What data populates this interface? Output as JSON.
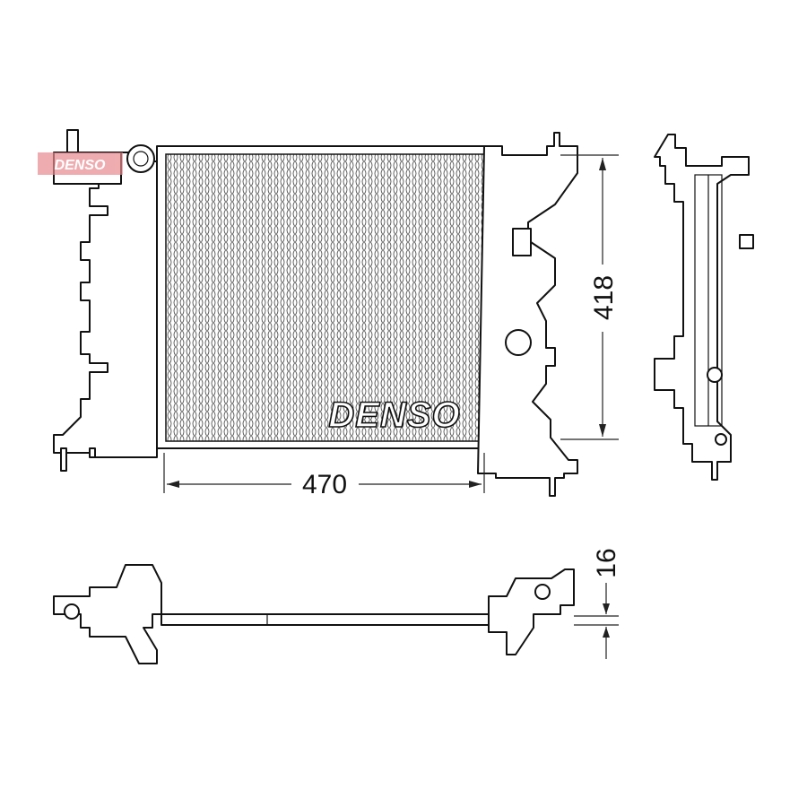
{
  "drawing": {
    "brand_label": "DENSO",
    "watermark_label": "DENSO",
    "watermark_color": "#e88a8f",
    "dimensions": {
      "width": "470",
      "height": "418",
      "depth": "16"
    }
  }
}
